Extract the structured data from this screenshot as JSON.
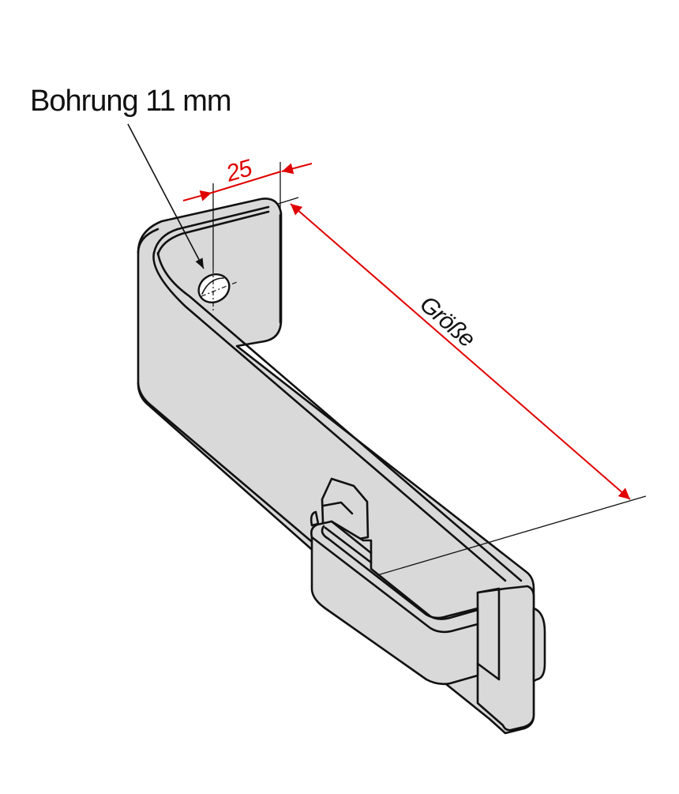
{
  "diagram": {
    "type": "technical-isometric-drawing",
    "subject": "bent steel bracket with clamp",
    "labels": {
      "hole": "Bohrung 11 mm",
      "offset_dimension": "25",
      "length_dimension": "Größe"
    },
    "colors": {
      "background": "#ffffff",
      "part_fill": "#d9d9d9",
      "outline": "#111111",
      "dimension": "#e00000"
    }
  }
}
